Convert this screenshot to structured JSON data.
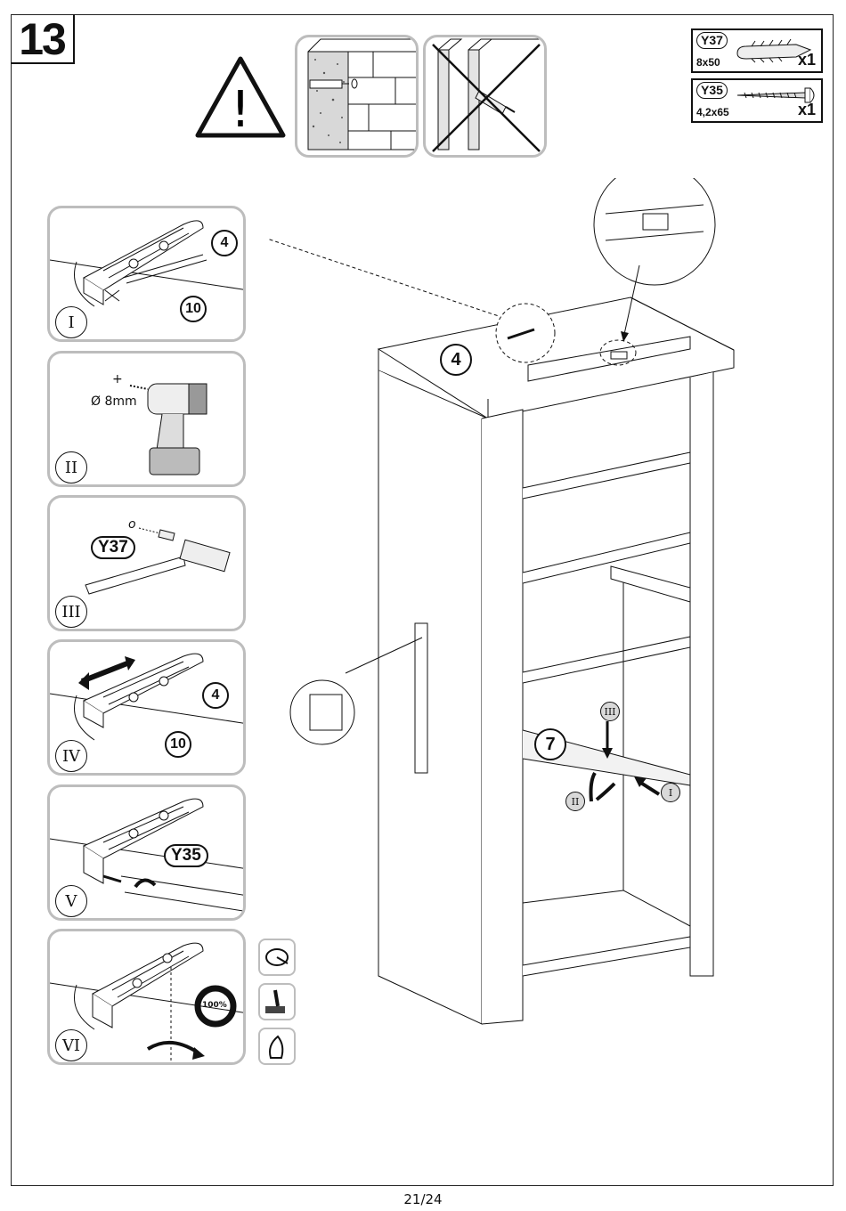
{
  "step": {
    "number": "13"
  },
  "hardware": [
    {
      "code": "Y37",
      "size": "8x50",
      "qty": "x1",
      "icon": "wall-plug-icon"
    },
    {
      "code": "Y35",
      "size": "4,2x65",
      "qty": "x1",
      "icon": "screw-icon"
    }
  ],
  "warning": {
    "icon": "warning-triangle-icon",
    "symbol": "!"
  },
  "wall_types": [
    {
      "icon": "solid-wall-plug-icon",
      "allowed": true
    },
    {
      "icon": "drywall-plug-crossed-icon",
      "allowed": false
    }
  ],
  "substeps": [
    {
      "roman": "I",
      "parts": [
        "4",
        "10"
      ]
    },
    {
      "roman": "II",
      "drill_marker": "+",
      "drill_label": "Ø 8mm"
    },
    {
      "roman": "III",
      "part": "Y37",
      "marker": "o"
    },
    {
      "roman": "IV",
      "parts": [
        "4",
        "10"
      ]
    },
    {
      "roman": "V",
      "part": "Y35"
    },
    {
      "roman": "VI",
      "torque": "100%"
    }
  ],
  "tools": [
    "tape-measure-icon",
    "hammer-icon",
    "screwdriver-icon"
  ],
  "main": {
    "top_part": "4",
    "shelf_part": "7",
    "actions": [
      "III",
      "II",
      "I"
    ]
  },
  "footer": {
    "page": "21/24"
  }
}
